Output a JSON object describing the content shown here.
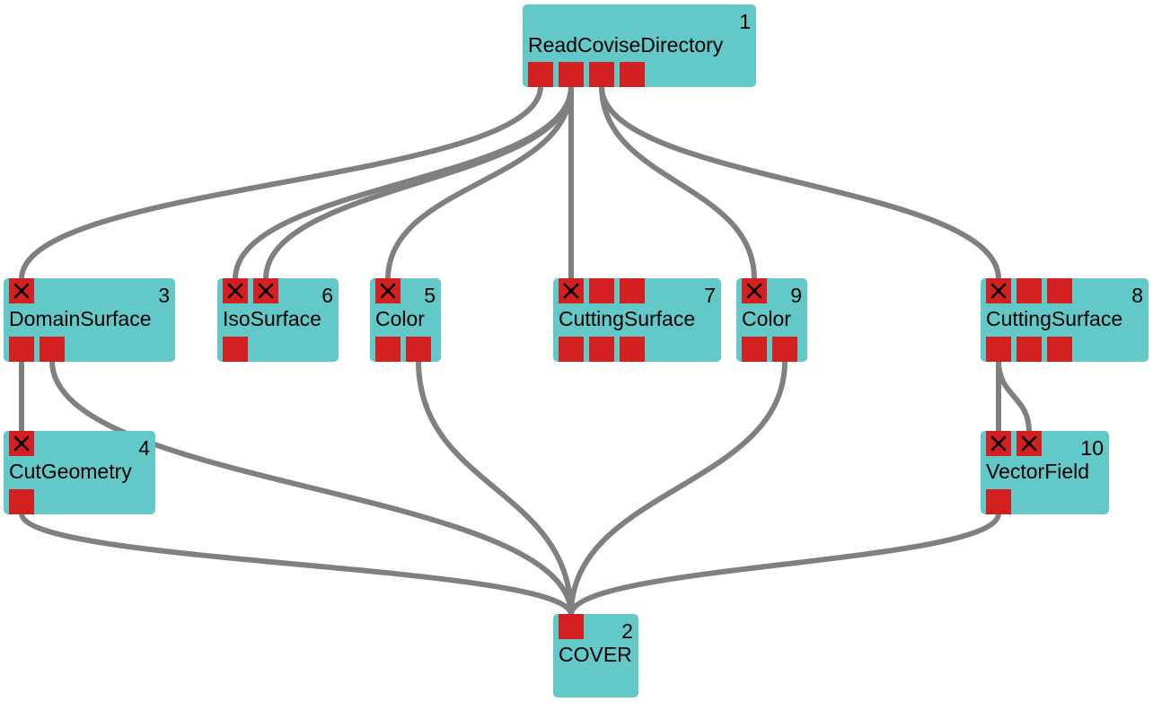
{
  "colors": {
    "node": "#63c8c8",
    "port": "#d21f1f",
    "wire": "#808080"
  },
  "nodes": [
    {
      "id": "1",
      "title": "ReadCoviseDirectory"
    },
    {
      "id": "3",
      "title": "DomainSurface"
    },
    {
      "id": "6",
      "title": "IsoSurface"
    },
    {
      "id": "5",
      "title": "Color"
    },
    {
      "id": "7",
      "title": "CuttingSurface"
    },
    {
      "id": "9",
      "title": "Color"
    },
    {
      "id": "8",
      "title": "CuttingSurface"
    },
    {
      "id": "4",
      "title": "CutGeometry"
    },
    {
      "id": "10",
      "title": "VectorField"
    },
    {
      "id": "2",
      "title": "COVER"
    }
  ],
  "ports": {
    "1": {
      "in": [],
      "out": [
        false,
        false,
        false,
        false
      ]
    },
    "3": {
      "in": [
        true
      ],
      "out": [
        false,
        false
      ]
    },
    "6": {
      "in": [
        true,
        true
      ],
      "out": [
        false
      ]
    },
    "5": {
      "in": [
        true
      ],
      "out": [
        false,
        false
      ]
    },
    "7": {
      "in": [
        true,
        false,
        false
      ],
      "out": [
        false,
        false,
        false
      ]
    },
    "9": {
      "in": [
        true
      ],
      "out": [
        false,
        false
      ]
    },
    "8": {
      "in": [
        true,
        false,
        false
      ],
      "out": [
        false,
        false,
        false
      ]
    },
    "4": {
      "in": [
        true
      ],
      "out": [
        false
      ]
    },
    "10": {
      "in": [
        true,
        true
      ],
      "out": [
        false
      ]
    },
    "2": {
      "in": [
        false
      ],
      "out": []
    }
  },
  "connections": [
    {
      "from": "1",
      "out": 0,
      "to": "3",
      "in": 0
    },
    {
      "from": "1",
      "out": 1,
      "to": "6",
      "in": 0
    },
    {
      "from": "1",
      "out": 1,
      "to": "6",
      "in": 1
    },
    {
      "from": "1",
      "out": 1,
      "to": "5",
      "in": 0
    },
    {
      "from": "1",
      "out": 1,
      "to": "7",
      "in": 0
    },
    {
      "from": "1",
      "out": 2,
      "to": "9",
      "in": 0
    },
    {
      "from": "1",
      "out": 2,
      "to": "8",
      "in": 0
    },
    {
      "from": "3",
      "out": 0,
      "to": "4",
      "in": 0
    },
    {
      "from": "3",
      "out": 1,
      "to": "2",
      "in": 0
    },
    {
      "from": "4",
      "out": 0,
      "to": "2",
      "in": 0
    },
    {
      "from": "5",
      "out": 1,
      "to": "2",
      "in": 0
    },
    {
      "from": "9",
      "out": 1,
      "to": "2",
      "in": 0
    },
    {
      "from": "8",
      "out": 0,
      "to": "10",
      "in": 0
    },
    {
      "from": "8",
      "out": 0,
      "to": "10",
      "in": 1
    },
    {
      "from": "10",
      "out": 0,
      "to": "2",
      "in": 0
    }
  ]
}
